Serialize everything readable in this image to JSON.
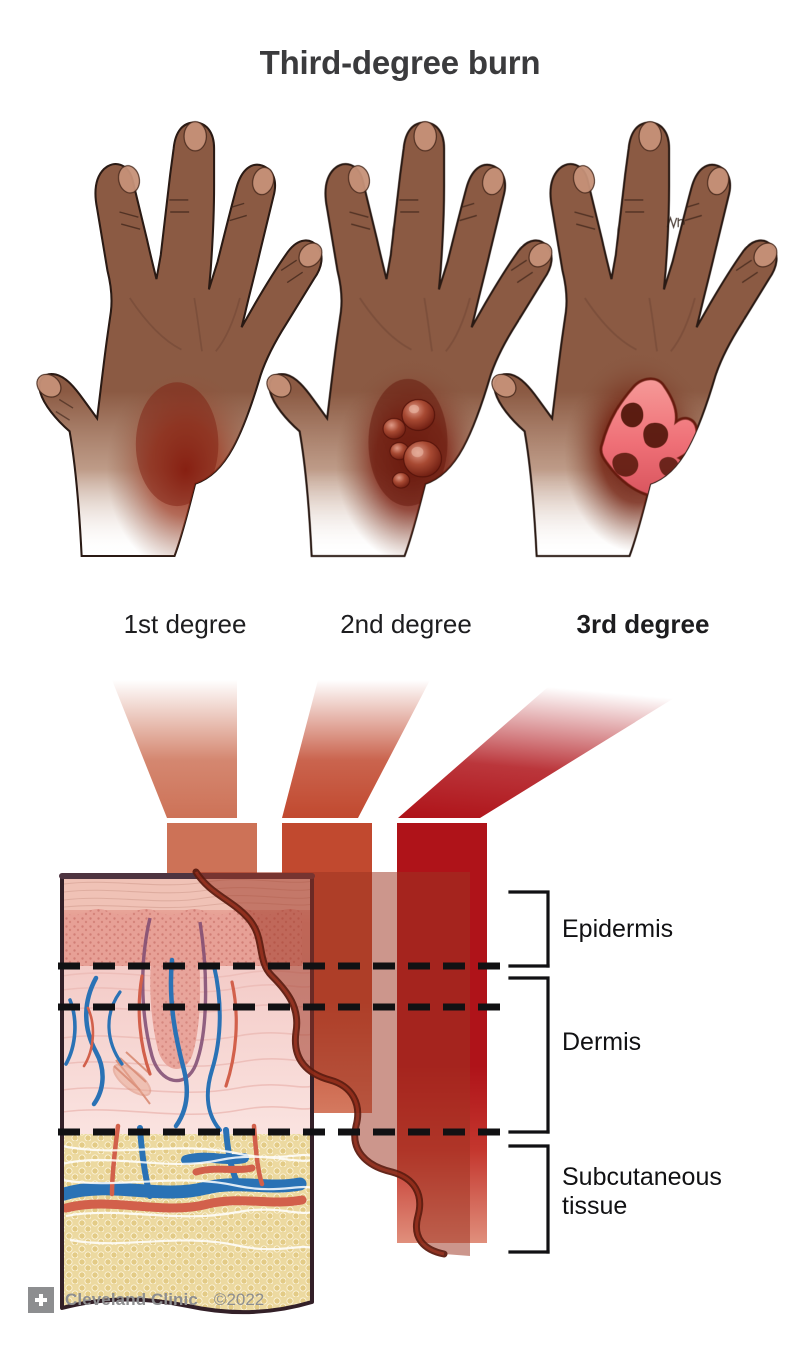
{
  "title": "Third-degree burn",
  "hand_panels": [
    {
      "label": "1st degree",
      "bold": false,
      "wound": "diffuse-red-erythema",
      "wound_color": "#9c2b18"
    },
    {
      "label": "2nd degree",
      "bold": false,
      "wound": "blisters",
      "wound_color": "#7e1f12"
    },
    {
      "label": "3rd degree",
      "bold": true,
      "wound": "open-eschar-wound",
      "wound_color": "#f07a7e"
    }
  ],
  "depth_bars": [
    {
      "degree": "1st degree",
      "color": "#cd7257",
      "depth_layer": "Epidermis"
    },
    {
      "degree": "2nd degree",
      "color": "#c1492f",
      "depth_layer": "Dermis"
    },
    {
      "degree": "3rd degree",
      "color": "#af1319",
      "depth_layer": "Subcutaneous tissue"
    }
  ],
  "skin_layers": [
    {
      "name": "Epidermis"
    },
    {
      "name": "Dermis"
    },
    {
      "name": "Subcutaneous\ntissue"
    }
  ],
  "colors": {
    "title": "#3b3b3d",
    "skin": "#8b5a43",
    "skin_dark": "#5d3526",
    "epidermis_fill": "#e8a79c",
    "dermis_fill": "#f6d6d2",
    "subcutaneous_fill": "#e8d59a",
    "artery": "#d2604b",
    "vein": "#2a72b5",
    "logo_gray": "#8d8e90"
  },
  "footer": {
    "brand": "Cleveland Clinic",
    "copyright": "©2022"
  }
}
